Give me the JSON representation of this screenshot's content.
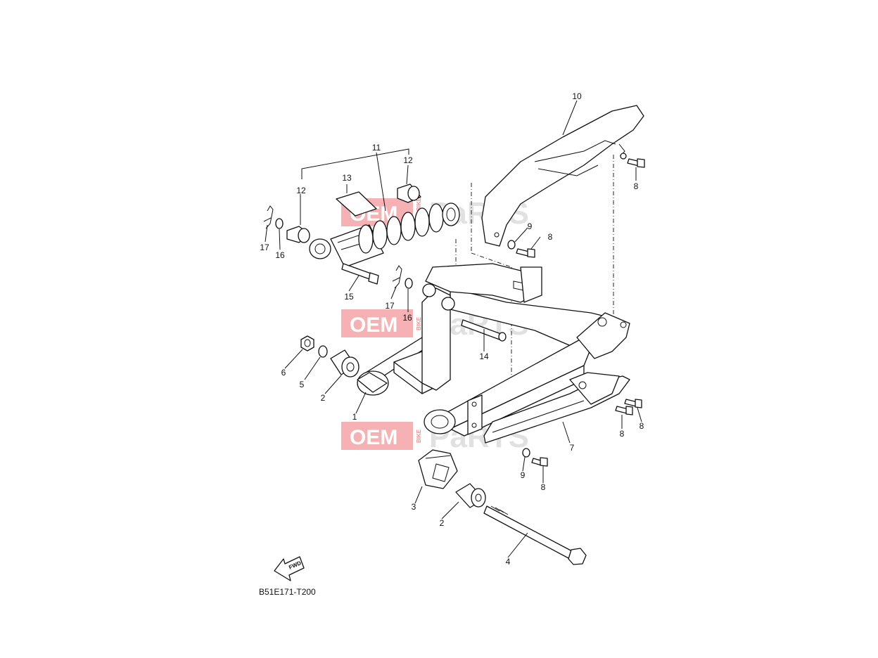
{
  "diagram": {
    "code": "B51E171-T200",
    "fwd_label": "FWD",
    "callouts": {
      "c1": "1",
      "c2a": "2",
      "c2b": "2",
      "c3": "3",
      "c4": "4",
      "c5": "5",
      "c6": "6",
      "c7": "7",
      "c8a": "8",
      "c8b": "8",
      "c8c": "8",
      "c8d": "8",
      "c8e": "8",
      "c9a": "9",
      "c9b": "9",
      "c10": "10",
      "c11": "11",
      "c12a": "12",
      "c12b": "12",
      "c13": "13",
      "c14": "14",
      "c15": "15",
      "c16a": "16",
      "c16b": "16",
      "c17a": "17",
      "c17b": "17"
    }
  },
  "watermark": {
    "oem": "OEM",
    "bike": "BIKE",
    "parts": "PaRTS"
  },
  "colors": {
    "watermark_red": "#e8454a",
    "watermark_gray": "#c9c9c9",
    "line": "#111111"
  }
}
